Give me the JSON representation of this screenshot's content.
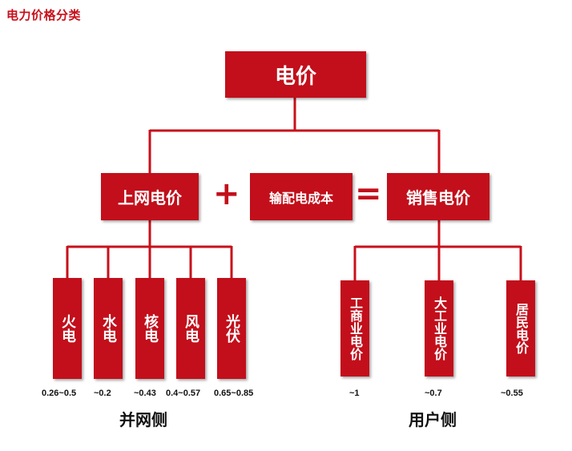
{
  "title": "电力价格分类",
  "root": "电价",
  "middle": {
    "grid_price": "上网电价",
    "transmission_cost": "输配电成本",
    "sales_price": "销售电价",
    "plus": "+",
    "equals": "="
  },
  "generation": [
    {
      "label": "火电",
      "value": "0.26~0.5"
    },
    {
      "label": "水电",
      "value": "~0.2"
    },
    {
      "label": "核电",
      "value": "~0.43"
    },
    {
      "label": "风电",
      "value": "0.4~0.57"
    },
    {
      "label": "光伏",
      "value": "0.65~0.85"
    }
  ],
  "consumers": [
    {
      "label": "工商业电价",
      "value": "~1"
    },
    {
      "label": "大工业电价",
      "value": "~0.7"
    },
    {
      "label": "居民电价",
      "value": "~0.55"
    }
  ],
  "sides": {
    "generation_side": "并网侧",
    "user_side": "用户侧"
  },
  "colors": {
    "accent": "#c20f1b",
    "line": "#c8101a"
  }
}
